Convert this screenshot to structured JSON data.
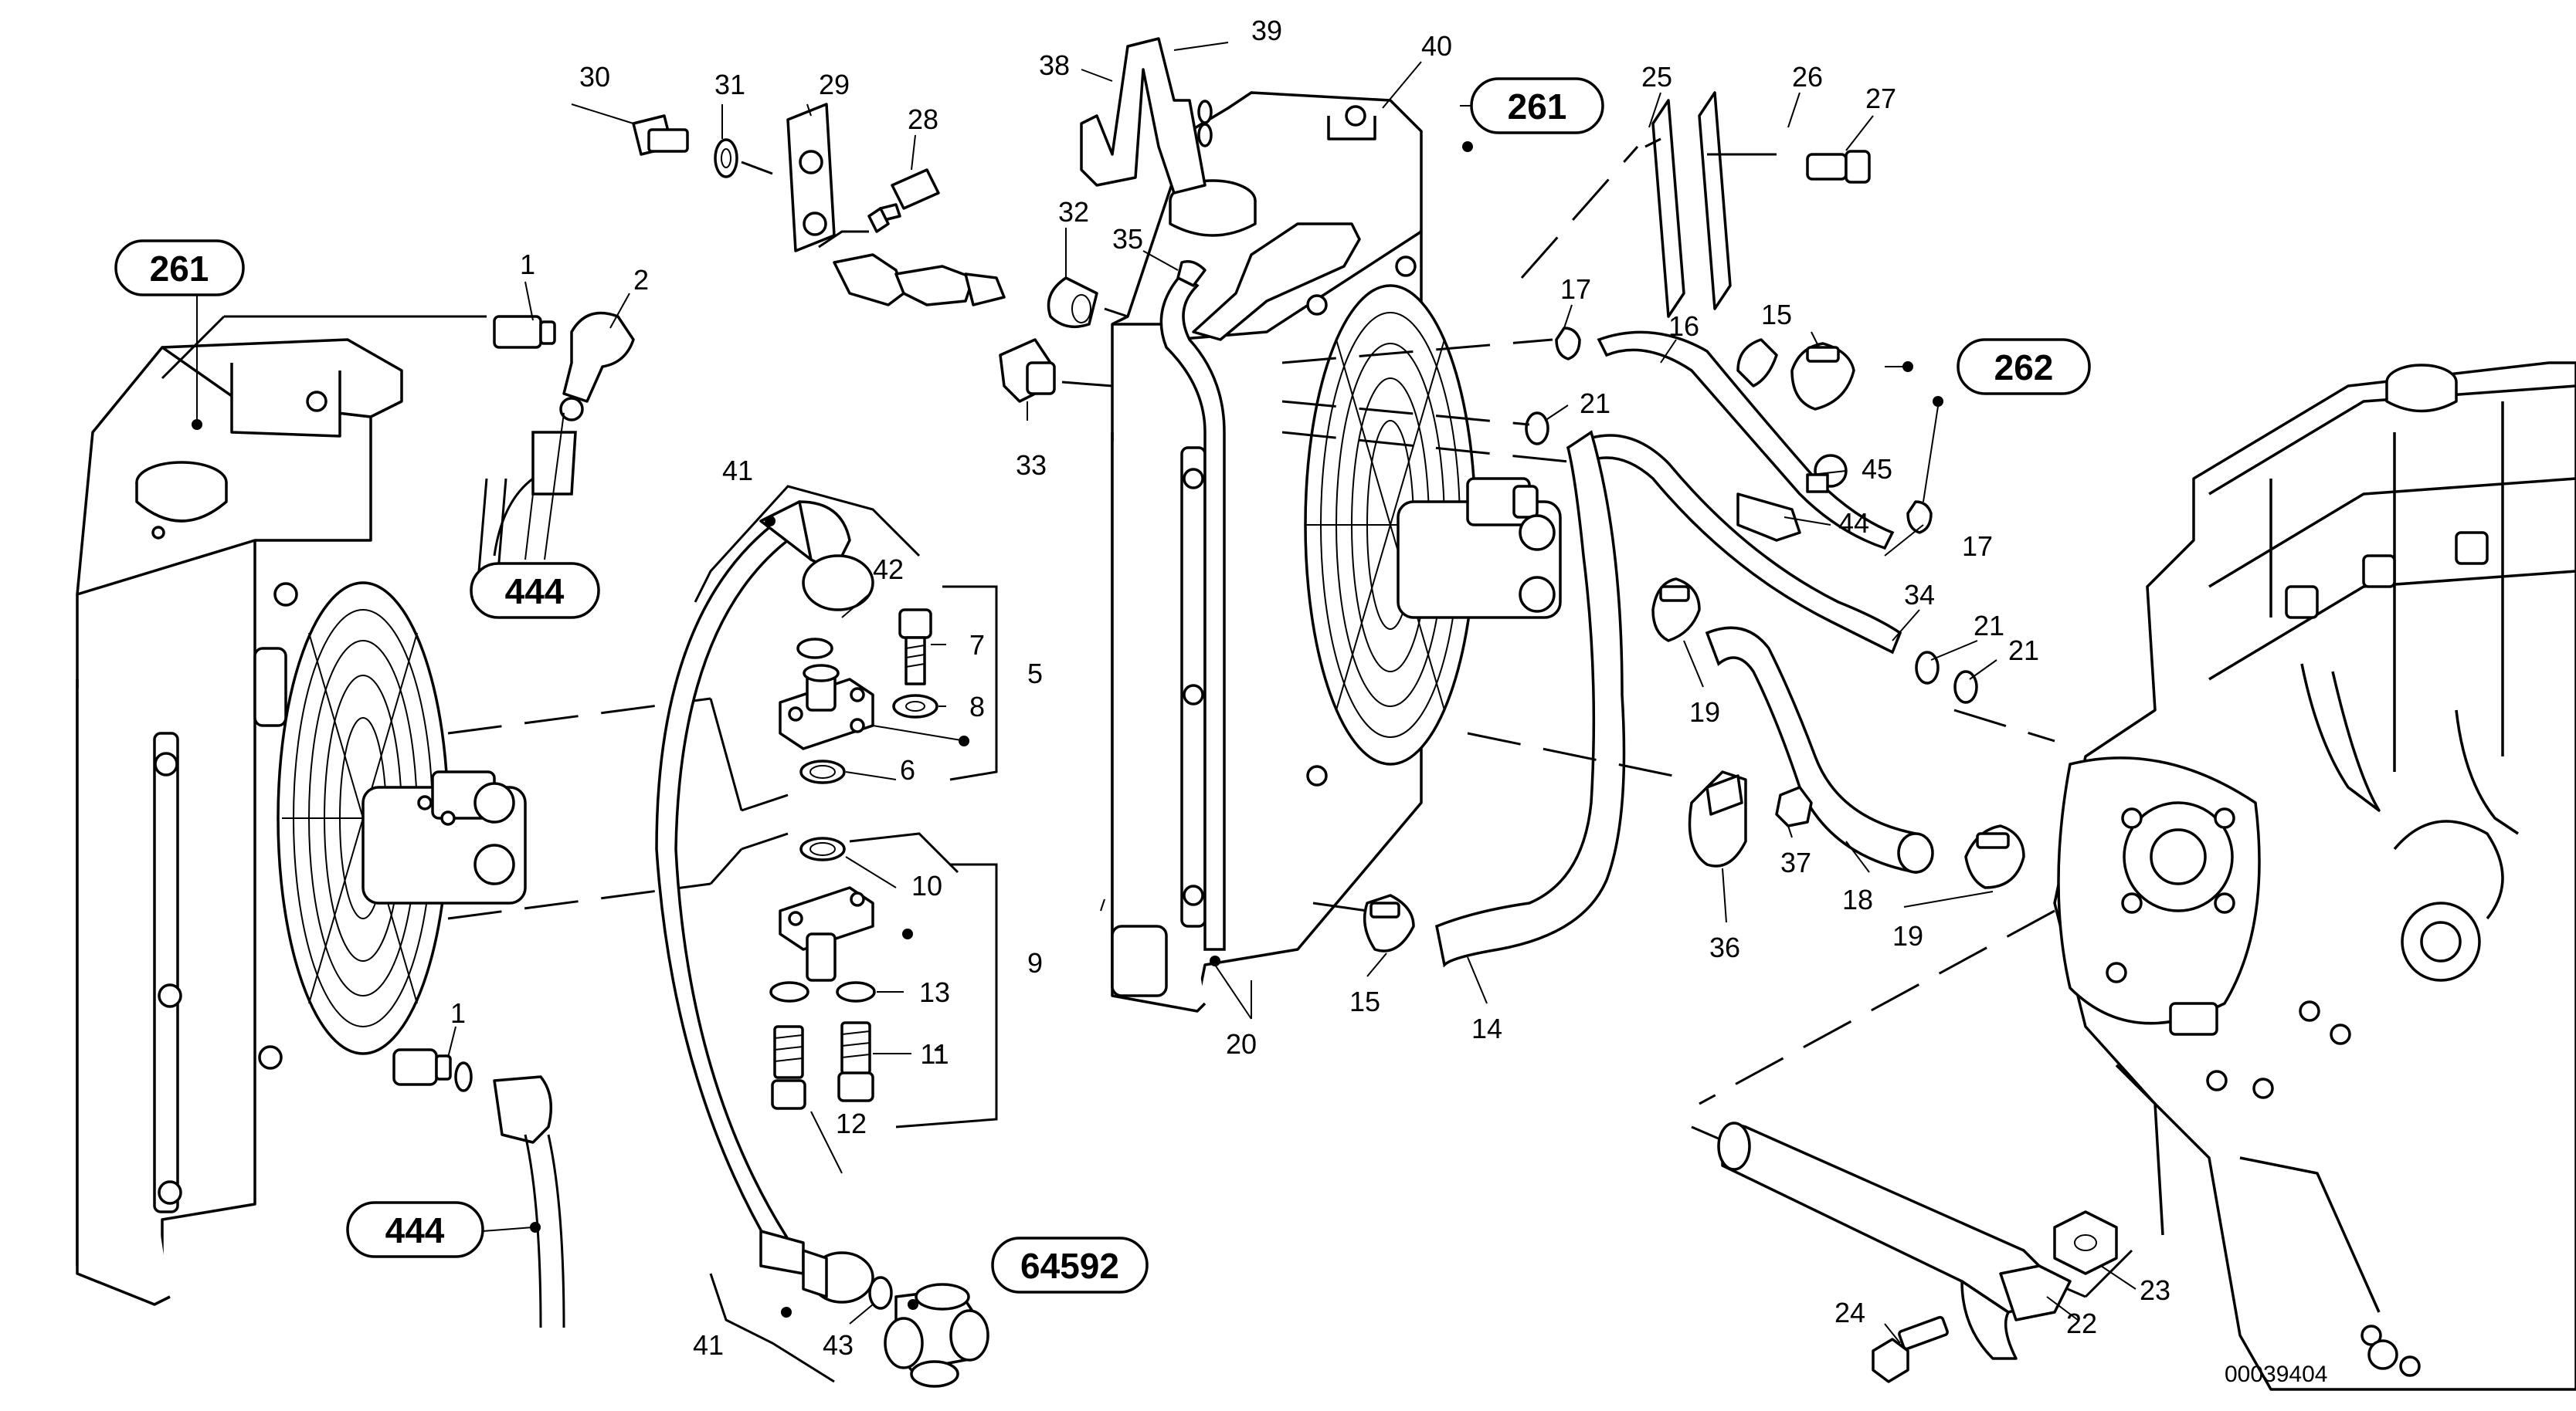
{
  "drawing_number": "00039404",
  "reference_labels": {
    "r261_left": "261",
    "r261_right": "261",
    "r262": "262",
    "r444_top": "444",
    "r444_bottom": "444",
    "r64592": "64592"
  },
  "part_numbers": {
    "p1a": "1",
    "p1b": "1",
    "p2": "2",
    "p5": "5",
    "p6": "6",
    "p7": "7",
    "p8": "8",
    "p9": "9",
    "p10": "10",
    "p11": "11",
    "p12": "12",
    "p13": "13",
    "p14": "14",
    "p15a": "15",
    "p15b": "15",
    "p16": "16",
    "p17a": "17",
    "p17b": "17",
    "p18": "18",
    "p19a": "19",
    "p19b": "19",
    "p20": "20",
    "p21a": "21",
    "p21b": "21",
    "p21c": "21",
    "p22": "22",
    "p23": "23",
    "p24": "24",
    "p25": "25",
    "p26": "26",
    "p27": "27",
    "p28": "28",
    "p29": "29",
    "p30": "30",
    "p31": "31",
    "p32": "32",
    "p33": "33",
    "p34": "34",
    "p35": "35",
    "p36": "36",
    "p37": "37",
    "p38": "38",
    "p39": "39",
    "p40": "40",
    "p41a": "41",
    "p41b": "41",
    "p42": "42",
    "p43": "43",
    "p44": "44",
    "p45": "45"
  }
}
